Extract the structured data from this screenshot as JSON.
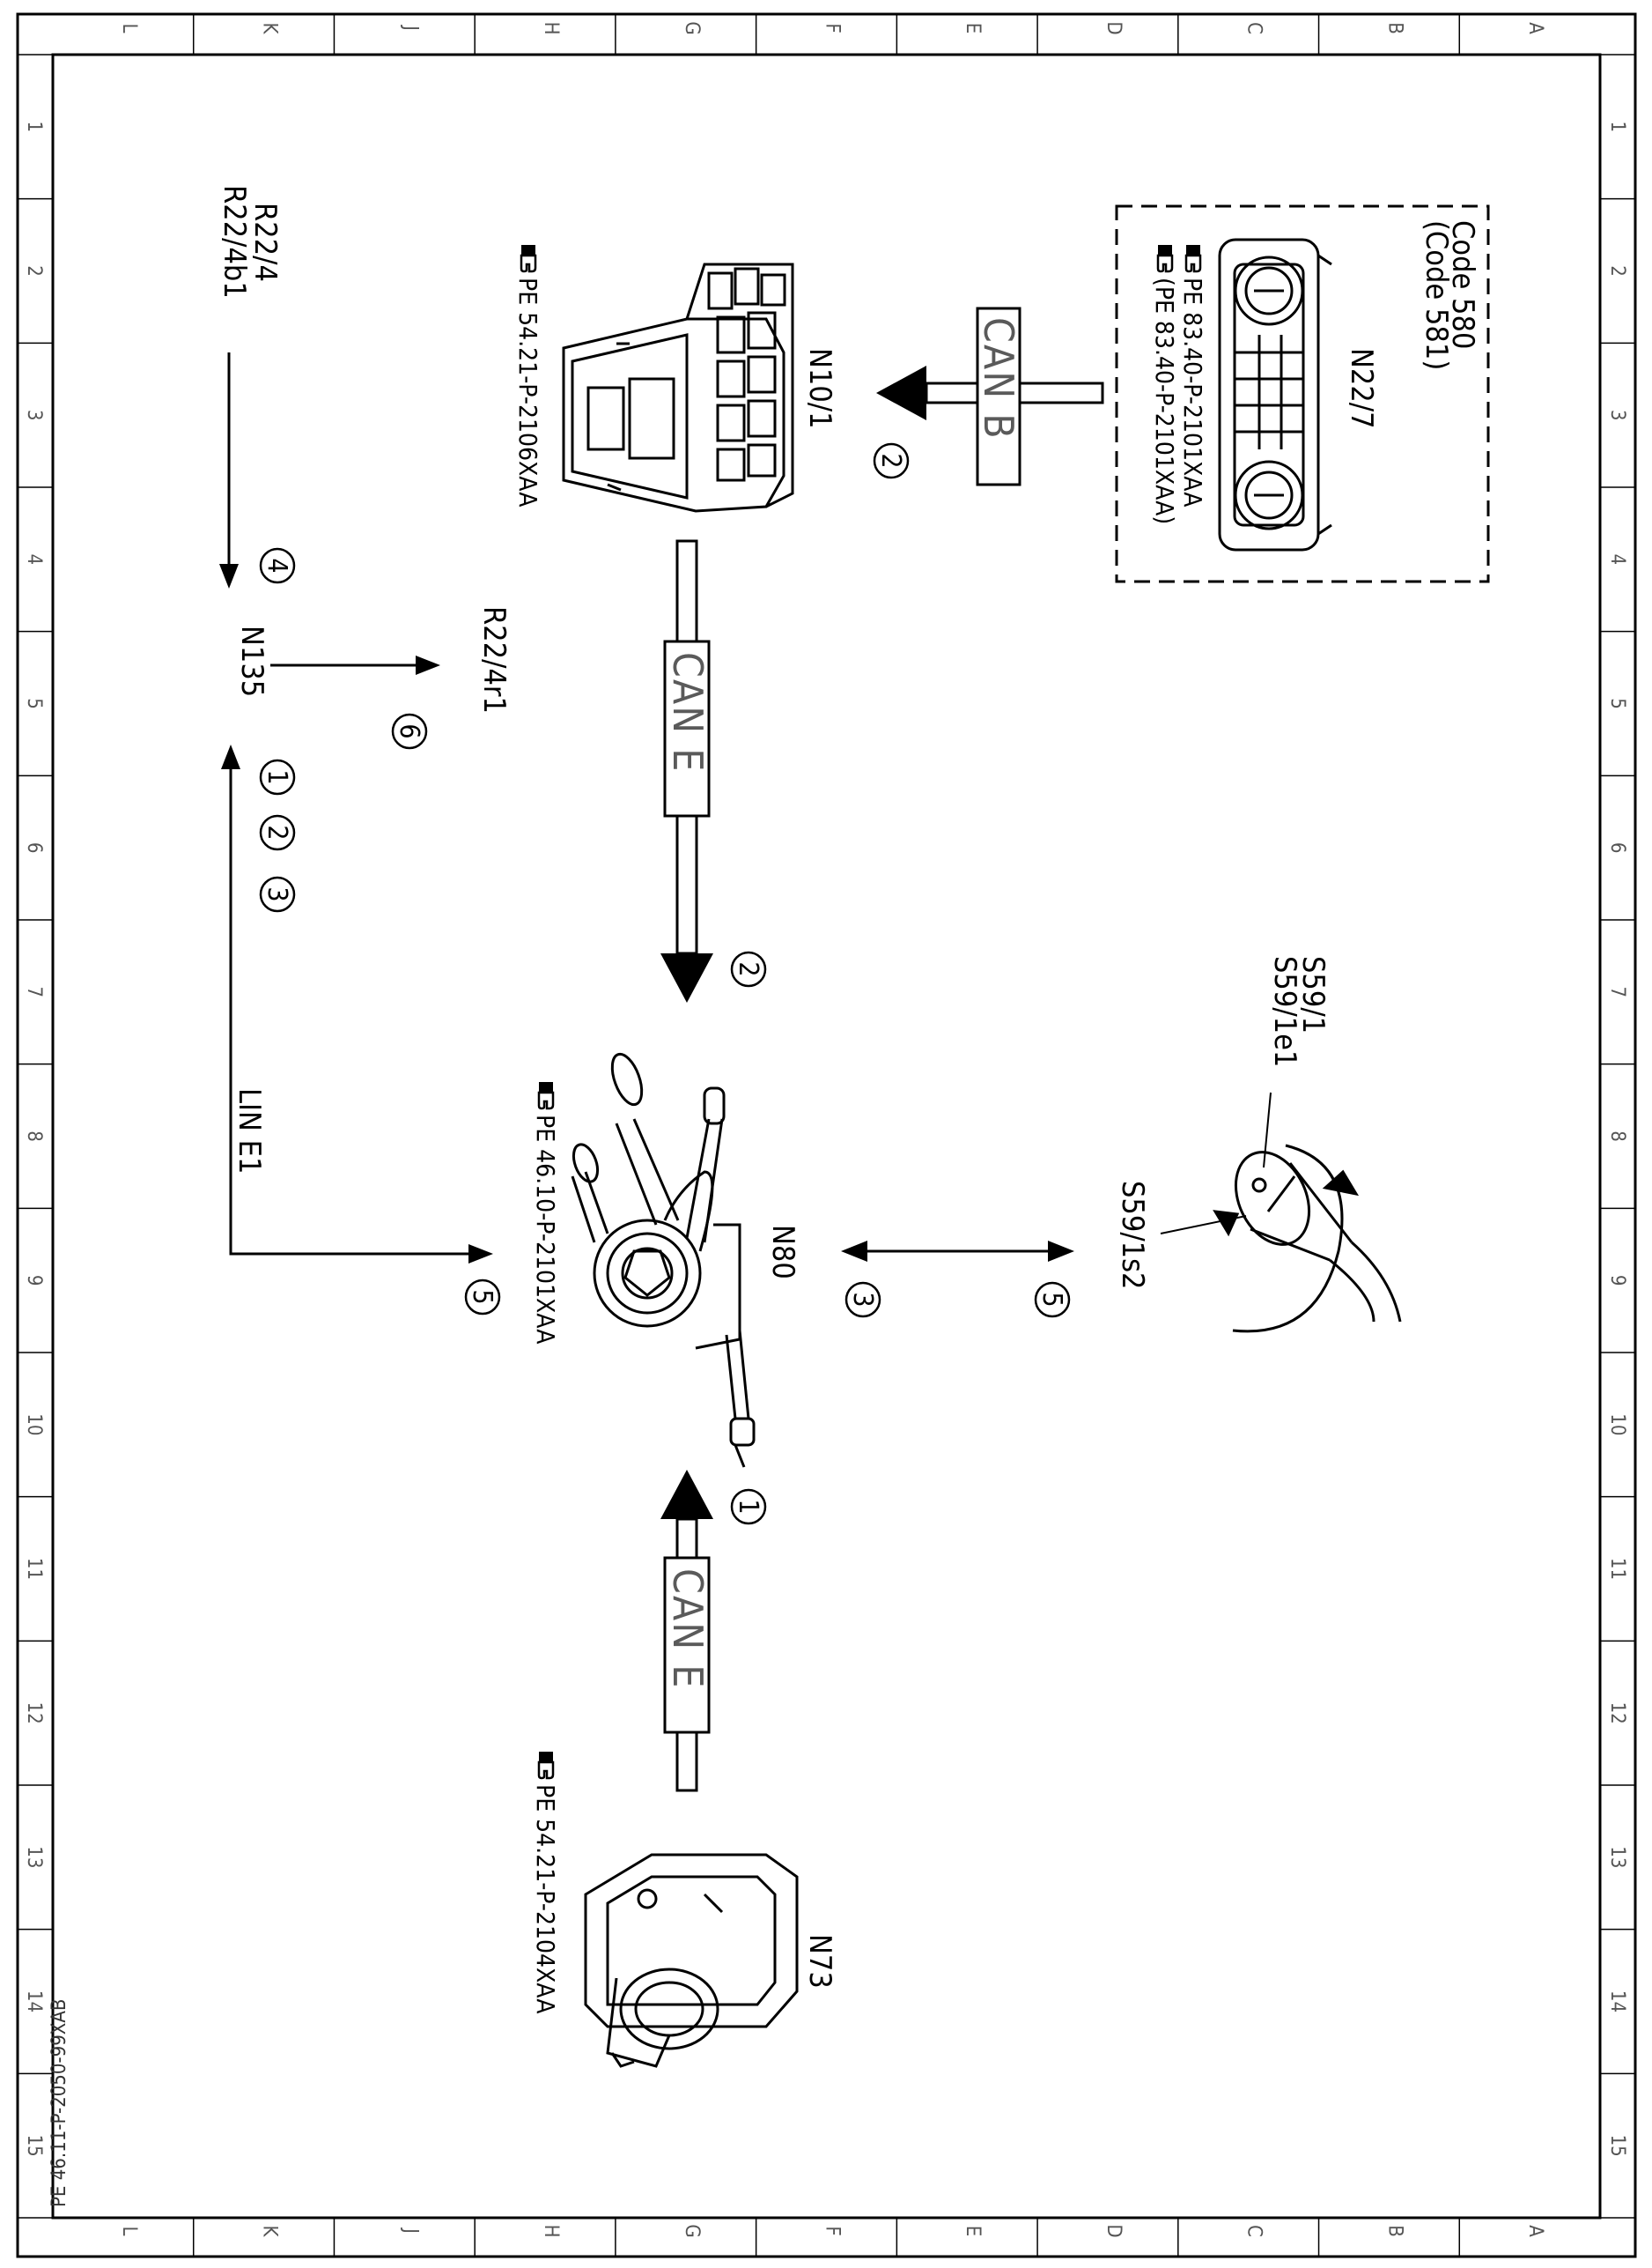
{
  "grid": {
    "columns": [
      "L",
      "K",
      "J",
      "H",
      "G",
      "F",
      "E",
      "D",
      "C",
      "B",
      "A"
    ],
    "rows": [
      "1",
      "2",
      "3",
      "4",
      "5",
      "6",
      "7",
      "8",
      "9",
      "10",
      "11",
      "12",
      "13",
      "14",
      "15"
    ]
  },
  "components": {
    "n22_7": {
      "code1": "Code 580",
      "code2": "(Code 581)",
      "label": "N22/7",
      "ref1": "PE 83.40-P-2101XAA",
      "ref2": "(PE 83.40-P-2101XAA)"
    },
    "n10_1": {
      "label": "N10/1",
      "ref": "PE 54.21-P-2106XAA"
    },
    "n80": {
      "label": "N80",
      "ref": "PE 46.10-P-2101XAA"
    },
    "n73": {
      "label": "N73",
      "ref": "PE 54.21-P-2104XAA"
    },
    "s59": {
      "label1": "S59/1",
      "label2": "S59/1e1",
      "label3": "S59/1s2"
    },
    "r22_4": {
      "label1": "R22/4",
      "label2": "R22/4b1"
    },
    "n135": {
      "label": "N135"
    },
    "r22_4r1": {
      "label": "R22/4r1"
    }
  },
  "buses": {
    "can_b": "CAN B",
    "can_e_top": "CAN E",
    "can_e_bottom": "CAN E",
    "lin_e1": "LIN E1"
  },
  "steps": {
    "s1": "1",
    "s2": "2",
    "s3": "3",
    "s4": "4",
    "s5": "5",
    "s6": "6"
  },
  "drawing_code": "PE 46.11-P-2050-99XAB"
}
